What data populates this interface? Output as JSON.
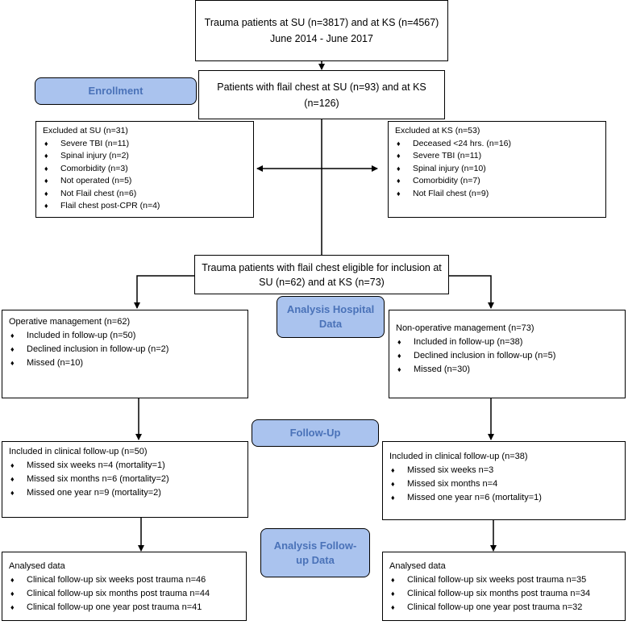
{
  "labels": {
    "enrollment": "Enrollment",
    "analysis_hospital": "Analysis Hospital Data",
    "follow_up": "Follow-Up",
    "analysis_follow_up": "Analysis Follow-up Data"
  },
  "top": {
    "trauma_patients": "Trauma patients at SU (n=3817) and at KS (n=4567) June 2014 - June 2017",
    "flail_chest": "Patients with flail chest at SU (n=93) and at KS (n=126)",
    "eligible": "Trauma patients with flail chest eligible for inclusion at SU (n=62) and at KS (n=73)"
  },
  "excluded_su": {
    "title": "Excluded at SU (n=31)",
    "items": [
      "Severe TBI (n=11)",
      "Spinal injury (n=2)",
      "Comorbidity (n=3)",
      "Not operated (n=5)",
      "Not Flail chest (n=6)",
      "Flail chest post-CPR (n=4)"
    ]
  },
  "excluded_ks": {
    "title": "Excluded at KS (n=53)",
    "items": [
      "Deceased <24 hrs. (n=16)",
      "Severe TBI (n=11)",
      "Spinal injury (n=10)",
      "Comorbidity (n=7)",
      "Not Flail chest (n=9)"
    ]
  },
  "operative": {
    "title": "Operative management (n=62)",
    "items": [
      "Included in follow-up (n=50)",
      "Declined inclusion in follow-up (n=2)",
      "Missed (n=10)"
    ]
  },
  "non_operative": {
    "title": "Non-operative management (n=73)",
    "items": [
      "Included in follow-up (n=38)",
      "Declined inclusion in follow-up (n=5)",
      "Missed (n=30)"
    ]
  },
  "followup_left": {
    "title": "Included in clinical follow-up (n=50)",
    "items": [
      "Missed six weeks n=4 (mortality=1)",
      "Missed six months n=6 (mortality=2)",
      "Missed one year n=9 (mortality=2)"
    ]
  },
  "followup_right": {
    "title": "Included in clinical follow-up (n=38)",
    "items": [
      "Missed six weeks n=3",
      "Missed six months n=4",
      "Missed one year n=6 (mortality=1)"
    ]
  },
  "analysed_left": {
    "title": "Analysed data",
    "items": [
      "Clinical follow-up six weeks post trauma n=46",
      "Clinical follow-up six months post trauma n=44",
      "Clinical follow-up one year post trauma n=41"
    ]
  },
  "analysed_right": {
    "title": "Analysed data",
    "items": [
      "Clinical follow-up six weeks post trauma n=35",
      "Clinical follow-up six months post trauma n=34",
      "Clinical follow-up one year post trauma n=32"
    ]
  }
}
